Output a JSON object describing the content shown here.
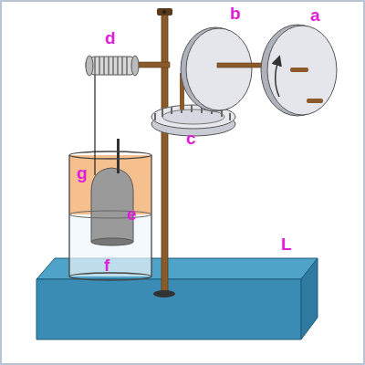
{
  "diagram": {
    "labels": [
      "b",
      "a",
      "d",
      "c",
      "g",
      "e",
      "f",
      "L"
    ]
  }
}
